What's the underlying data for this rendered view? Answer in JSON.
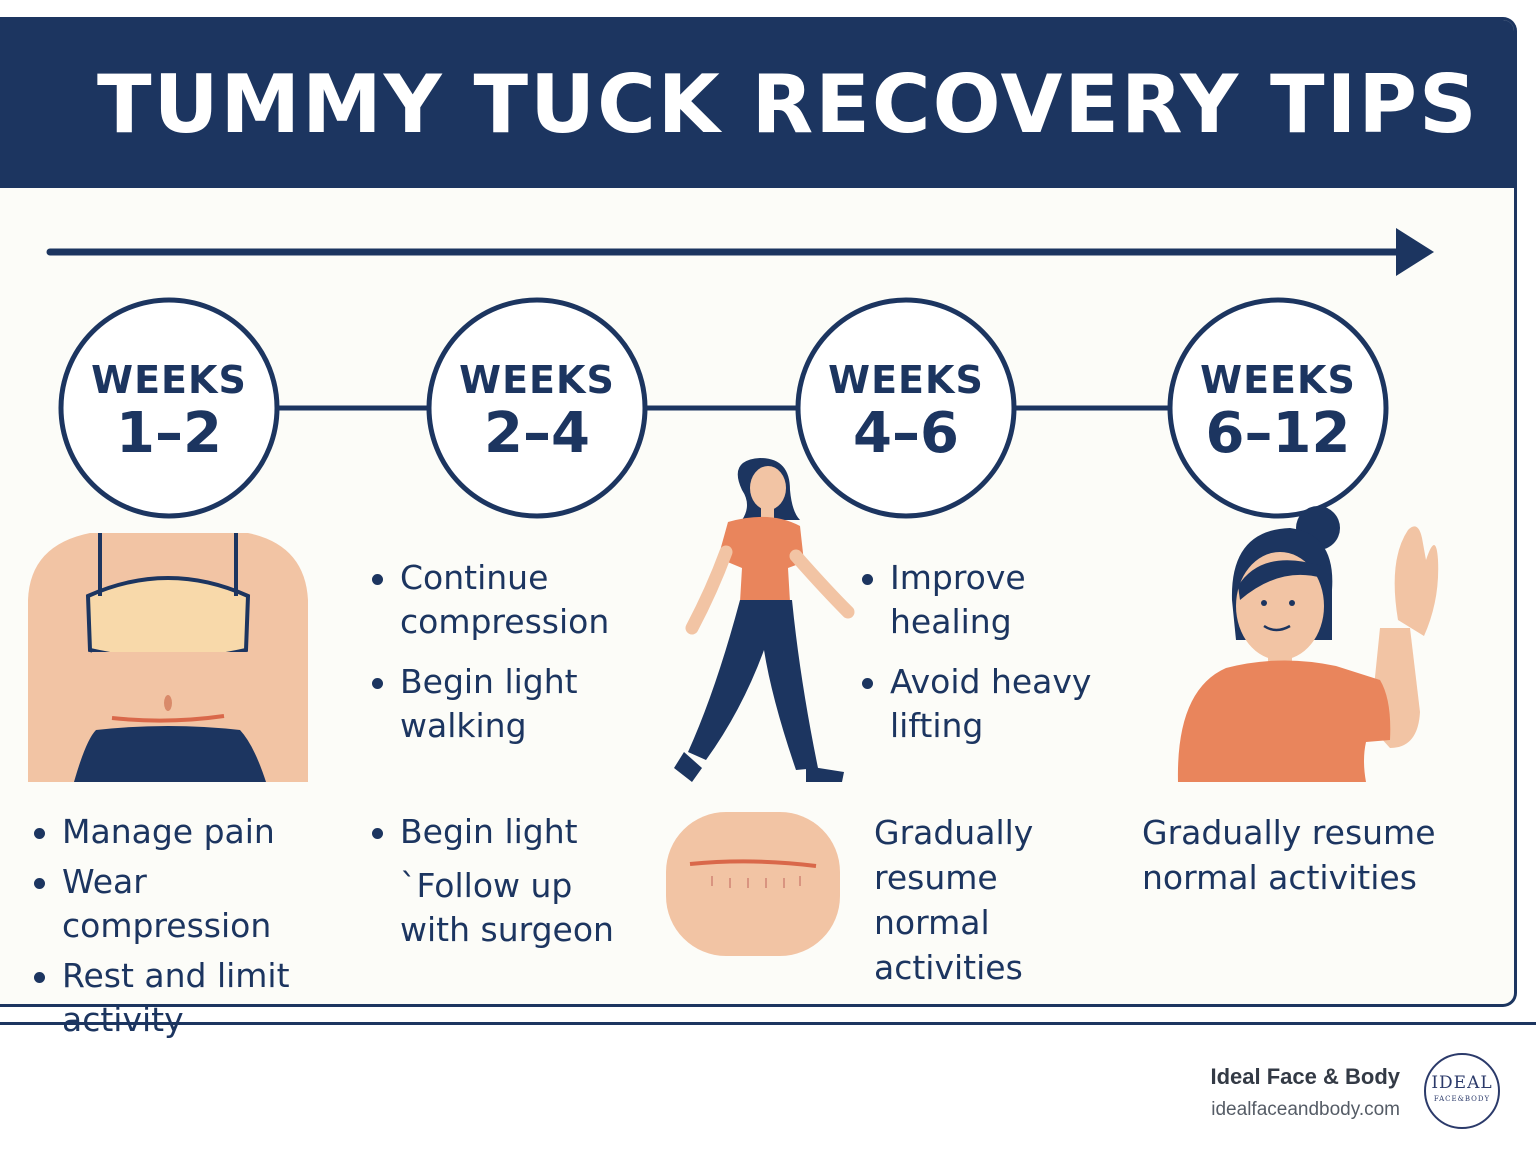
{
  "banner": {
    "title": "TUMMY TUCK RECOVERY TIPS"
  },
  "phases": [
    {
      "weeks_label": "WEEKS",
      "range": "1–2"
    },
    {
      "weeks_label": "WEEKS",
      "range": "2–4"
    },
    {
      "weeks_label": "WEEKS",
      "range": "4–6"
    },
    {
      "weeks_label": "WEEKS",
      "range": "6–12"
    }
  ],
  "tips": {
    "phase1": [
      "Manage pain",
      "Wear compression",
      "Rest and limit activity"
    ],
    "phase2_top": [
      "Continue compression",
      "Begin light walking"
    ],
    "phase2_bottom": [
      "Begin light",
      "`Follow up with surgeon"
    ],
    "phase3_top": [
      "Improve healing",
      "Avoid heavy lifting"
    ],
    "phase3_bottom": "Gradually resume normal activities",
    "phase4_bottom": "Gradually resume normal activities"
  },
  "footer": {
    "brand": "Ideal Face & Body",
    "url": "idealfaceandbody.com",
    "logo_text": "IDEAL",
    "logo_sub": "FACE&BODY"
  },
  "colors": {
    "navy": "#1c3560",
    "skin": "#f2c4a4",
    "orange": "#e9855c",
    "bra": "#f8d9aa"
  },
  "icons": [
    "torso-illustration",
    "walking-woman-illustration",
    "scar-patch-illustration",
    "waving-woman-illustration",
    "timeline-arrow-icon"
  ]
}
